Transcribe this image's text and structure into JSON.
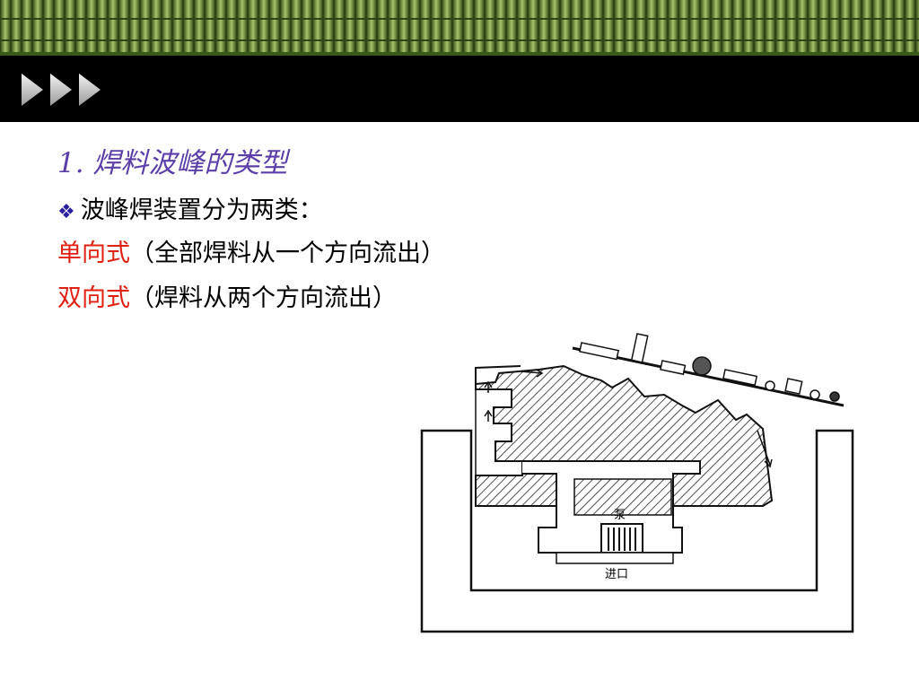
{
  "slide": {
    "heading": "1. 焊料波峰的类型",
    "bullet_text": "波峰焊装置分为两类：",
    "lines": [
      {
        "term": "单向式",
        "desc": "（全部焊料从一个方向流出）"
      },
      {
        "term": "双向式",
        "desc": "（焊料从两个方向流出）"
      }
    ]
  },
  "diagram": {
    "pump_label": "泵",
    "inlet_label": "进口"
  },
  "colors": {
    "heading": "#5b3ea8",
    "accent_red": "#e02010",
    "bullet": "#2a1fa0",
    "bamboo_green": "#6d8c3c"
  },
  "icons": {
    "header_arrows": "triple-chevron-right-icon",
    "bullet": "diamond-bullet-icon"
  }
}
